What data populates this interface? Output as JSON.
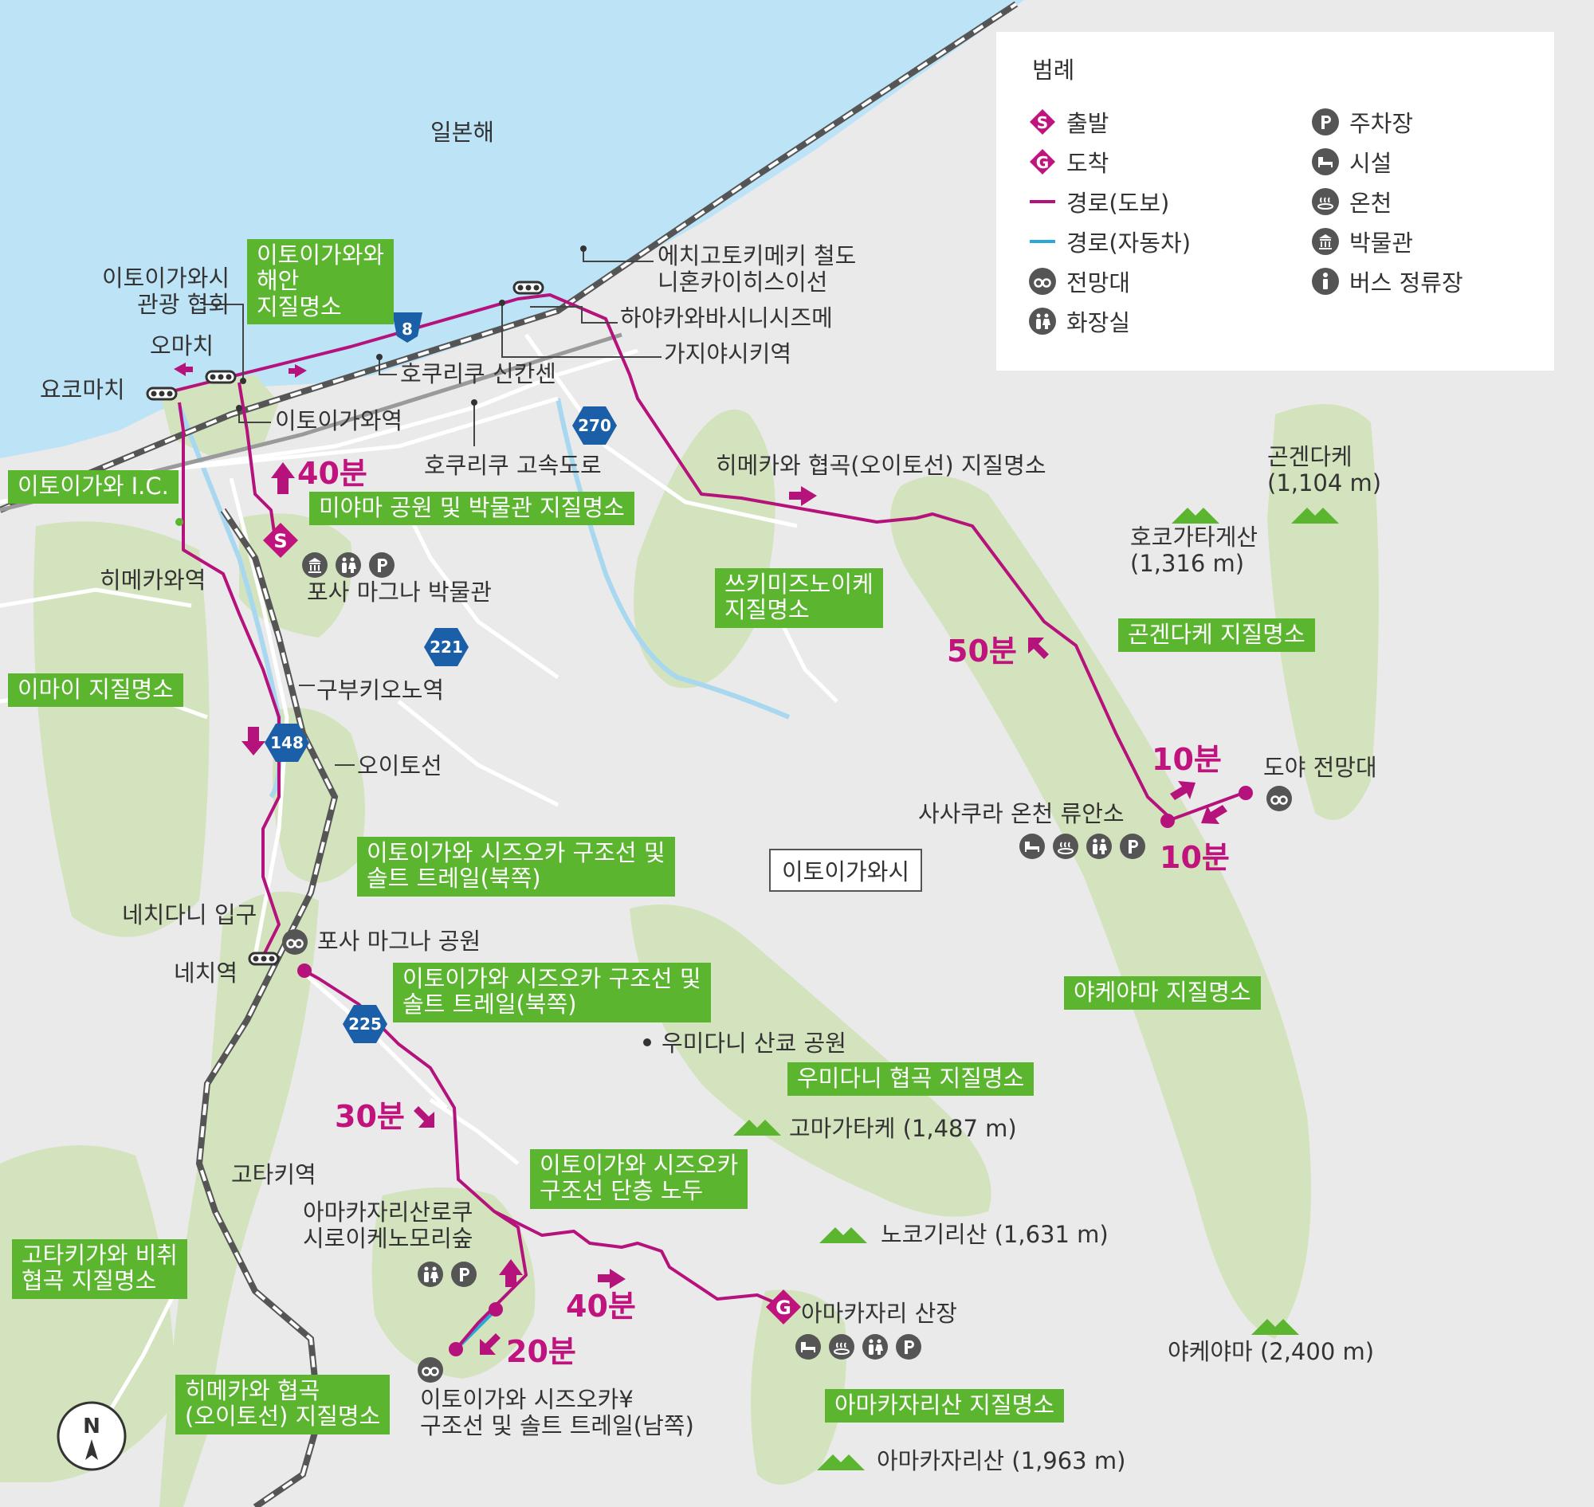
{
  "map": {
    "sea_label": "일본해",
    "city_label": "이토이가와시",
    "labels": {
      "echigo_railway": "에치고토키메키 철도\n니혼카이히스이선",
      "hayakawa": "하야카와바시니시즈메",
      "kajiya": "가지야시키역",
      "itoigawa_tourism": "이토이가와시\n관광 협회",
      "omachi": "오마치",
      "yokomachi": "요코마치",
      "hokuriku_shinkansen": "호쿠리쿠 신칸센",
      "itoigawa_station": "이토이가와역",
      "hokuriku_expressway": "호쿠리쿠 고속도로",
      "himekawa_station": "히메카와역",
      "fossa_museum": "포사 마그나 박물관",
      "kubiki_ono": "구부키오노역",
      "oito_line": "오이토선",
      "nechidani": "네치다니 입구",
      "fossa_park": "포사 마그나 공원",
      "nechi_station": "네치역",
      "umidani_park": "우미다니 산쿄 공원",
      "kotaki_station": "고타키역",
      "amakazari_forest": "아마카자리산로쿠\n시로이케노모리숲",
      "south_trail": "이토이가와 시즈오카¥\n구조선 및 솔트 트레일(남쪽)",
      "amakazari_lodge": "아마카자리 산장",
      "sasakura": "사사쿠라 온천 류안소",
      "doya": "도야 전망대",
      "hokogatake": "호코가타게산\n(1,316 m)",
      "gongen": "곤겐다케\n(1,104 m)",
      "komagatake": "고마가타케 (1,487 m)",
      "nokogiri": "노코기리산 (1,631 m)",
      "yakeyama": "야케야마 (2,400 m)",
      "amakazari_mt": "아마카자리산 (1,963 m)",
      "himekawa_gorge": "히메카와 협곡(오이토선) 지질명소"
    },
    "geosites": {
      "coast": "이토이가와와\n해안\n지질명소",
      "ic": "이토이가와 I.C.",
      "miyama": "미야마 공원 및 박물관 지질명소",
      "tsukimizu": "쓰키미즈노이케\n지질명소",
      "gongen_site": "곤겐다케 지질명소",
      "imai": "이마이 지질명소",
      "north1": "이토이가와 시즈오카 구조선 및\n솔트 트레일(북쪽)",
      "north2": "이토이가와 시즈오카 구조선 및\n솔트 트레일(북쪽)",
      "yakeyama_site": "야케야마 지질명소",
      "umidani_site": "우미다니 협곡 지질명소",
      "dancho": "이토이가와 시즈오카\n구조선 단층 노두",
      "kotakigawa": "고타키가와 비취\n협곡 지질명소",
      "himekawa_oito": "히메카와 협곡\n(오이토선) 지질명소",
      "amakazari_site": "아마카자리산 지질명소"
    },
    "times": {
      "t40a": "40분",
      "t50": "50분",
      "t10a": "10분",
      "t10b": "10분",
      "t30": "30분",
      "t40b": "40분",
      "t20": "20분"
    },
    "roads": {
      "r8": "8",
      "r270": "270",
      "r221": "221",
      "r148": "148",
      "r225": "225"
    },
    "markers": {
      "start": "S",
      "goal": "G"
    },
    "compass": "N"
  },
  "legend": {
    "title": "범례",
    "items": {
      "start": "출발",
      "goal": "도착",
      "walk": "경로(도보)",
      "car": "경로(자동차)",
      "view": "전망대",
      "toilet": "화장실",
      "parking": "주차장",
      "facility": "시설",
      "onsen": "온천",
      "museum": "박물관",
      "bus": "버스 정류장"
    }
  },
  "colors": {
    "sea": "#bde3f6",
    "land": "#eaeaea",
    "green_area": "#d3e3bd",
    "geosite_box": "#5bb52f",
    "route_walk": "#b5127c",
    "route_car": "#2aa7d8",
    "road_badge": "#1a5fa8",
    "river": "#a8d8ef"
  }
}
